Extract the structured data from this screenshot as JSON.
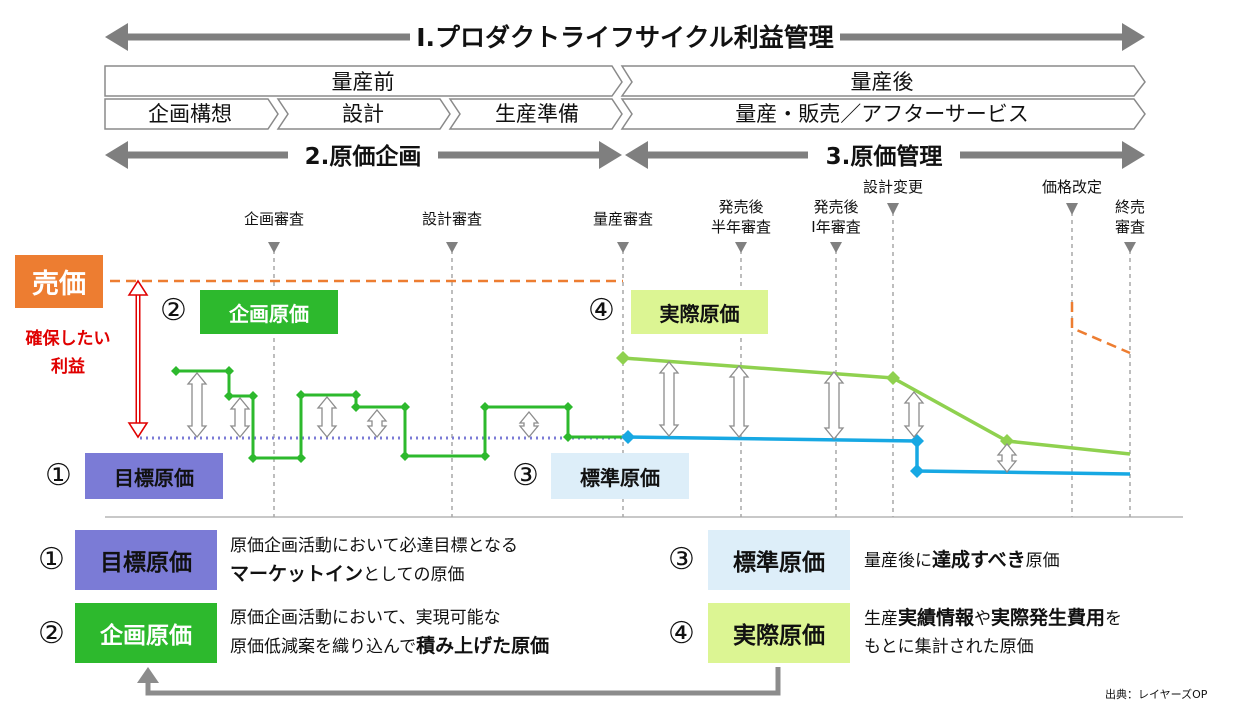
{
  "header": {
    "title": "Ⅰ.プロダクトライフサイクル利益管理",
    "phase_pre": "量産前",
    "phase_post": "量産後",
    "stage1": "企画構想",
    "stage2": "設計",
    "stage3": "生産準備",
    "stage4": "量産・販売／アフターサービス",
    "arrow2": "2.原価企画",
    "arrow3": "3.原価管理"
  },
  "milestones": {
    "m1": "企画審査",
    "m2": "設計審査",
    "m3": "量産審査",
    "m4a": "発売後",
    "m4b": "半年審査",
    "m5a": "発売後",
    "m5b": "Ⅰ年審査",
    "m6": "設計変更",
    "m7": "価格改定",
    "m8a": "終売",
    "m8b": "審査"
  },
  "chart_labels": {
    "price": "売価",
    "profit_line1": "確保したい",
    "profit_line2": "利益",
    "n1": "①",
    "n2": "②",
    "n3": "③",
    "n4": "④",
    "target_cost": "目標原価",
    "planned_cost": "企画原価",
    "standard_cost": "標準原価",
    "actual_cost": "実際原価"
  },
  "legend": {
    "n1": "①",
    "n2": "②",
    "n3": "③",
    "n4": "④",
    "target_cost": "目標原価",
    "planned_cost": "企画原価",
    "standard_cost": "標準原価",
    "actual_cost": "実際原価",
    "desc1_line1": "原価企画活動において必達目標となる",
    "desc1_bold": "マーケットイン",
    "desc1_rest": "としての原価",
    "desc2_line1": "原価企画活動において、実現可能な",
    "desc2_pre": "原価低減案を織り込んで",
    "desc2_bold": "積み上げた原価",
    "desc3_pre": "量産後に",
    "desc3_bold": "達成すべき",
    "desc3_rest": "原価",
    "desc4_pre": "生産",
    "desc4_bold1": "実績情報",
    "desc4_mid": "や",
    "desc4_bold2": "実際発生費用",
    "desc4_post": "を",
    "desc4_line2": "もとに集計された原価"
  },
  "source": "出典：レイヤーズOP",
  "colors": {
    "arrow_gray": "#7f7f7f",
    "sales_orange": "#ed7d31",
    "target_purple": "#7b7bd6",
    "planned_green": "#2db92d",
    "standard_blue": "#17a8e3",
    "standard_light": "#ddeef9",
    "actual_green": "#8fd14f",
    "actual_light": "#dcf593",
    "profit_red": "#e00000"
  }
}
